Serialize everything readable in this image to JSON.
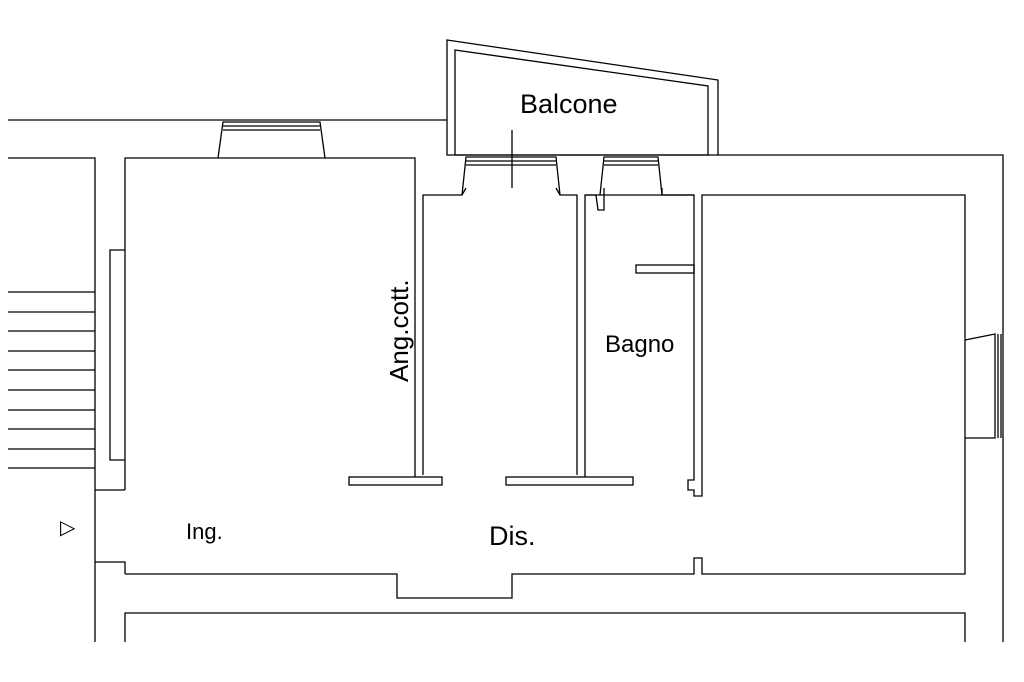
{
  "rooms": {
    "balcone": "Balcone",
    "angolo_cottura": "Ang.cott.",
    "bagno": "Bagno",
    "ingresso": "Ing.",
    "disimpegno": "Dis."
  },
  "entrance_marker": "▷",
  "colors": {
    "background": "#ffffff",
    "line": "#000000"
  }
}
